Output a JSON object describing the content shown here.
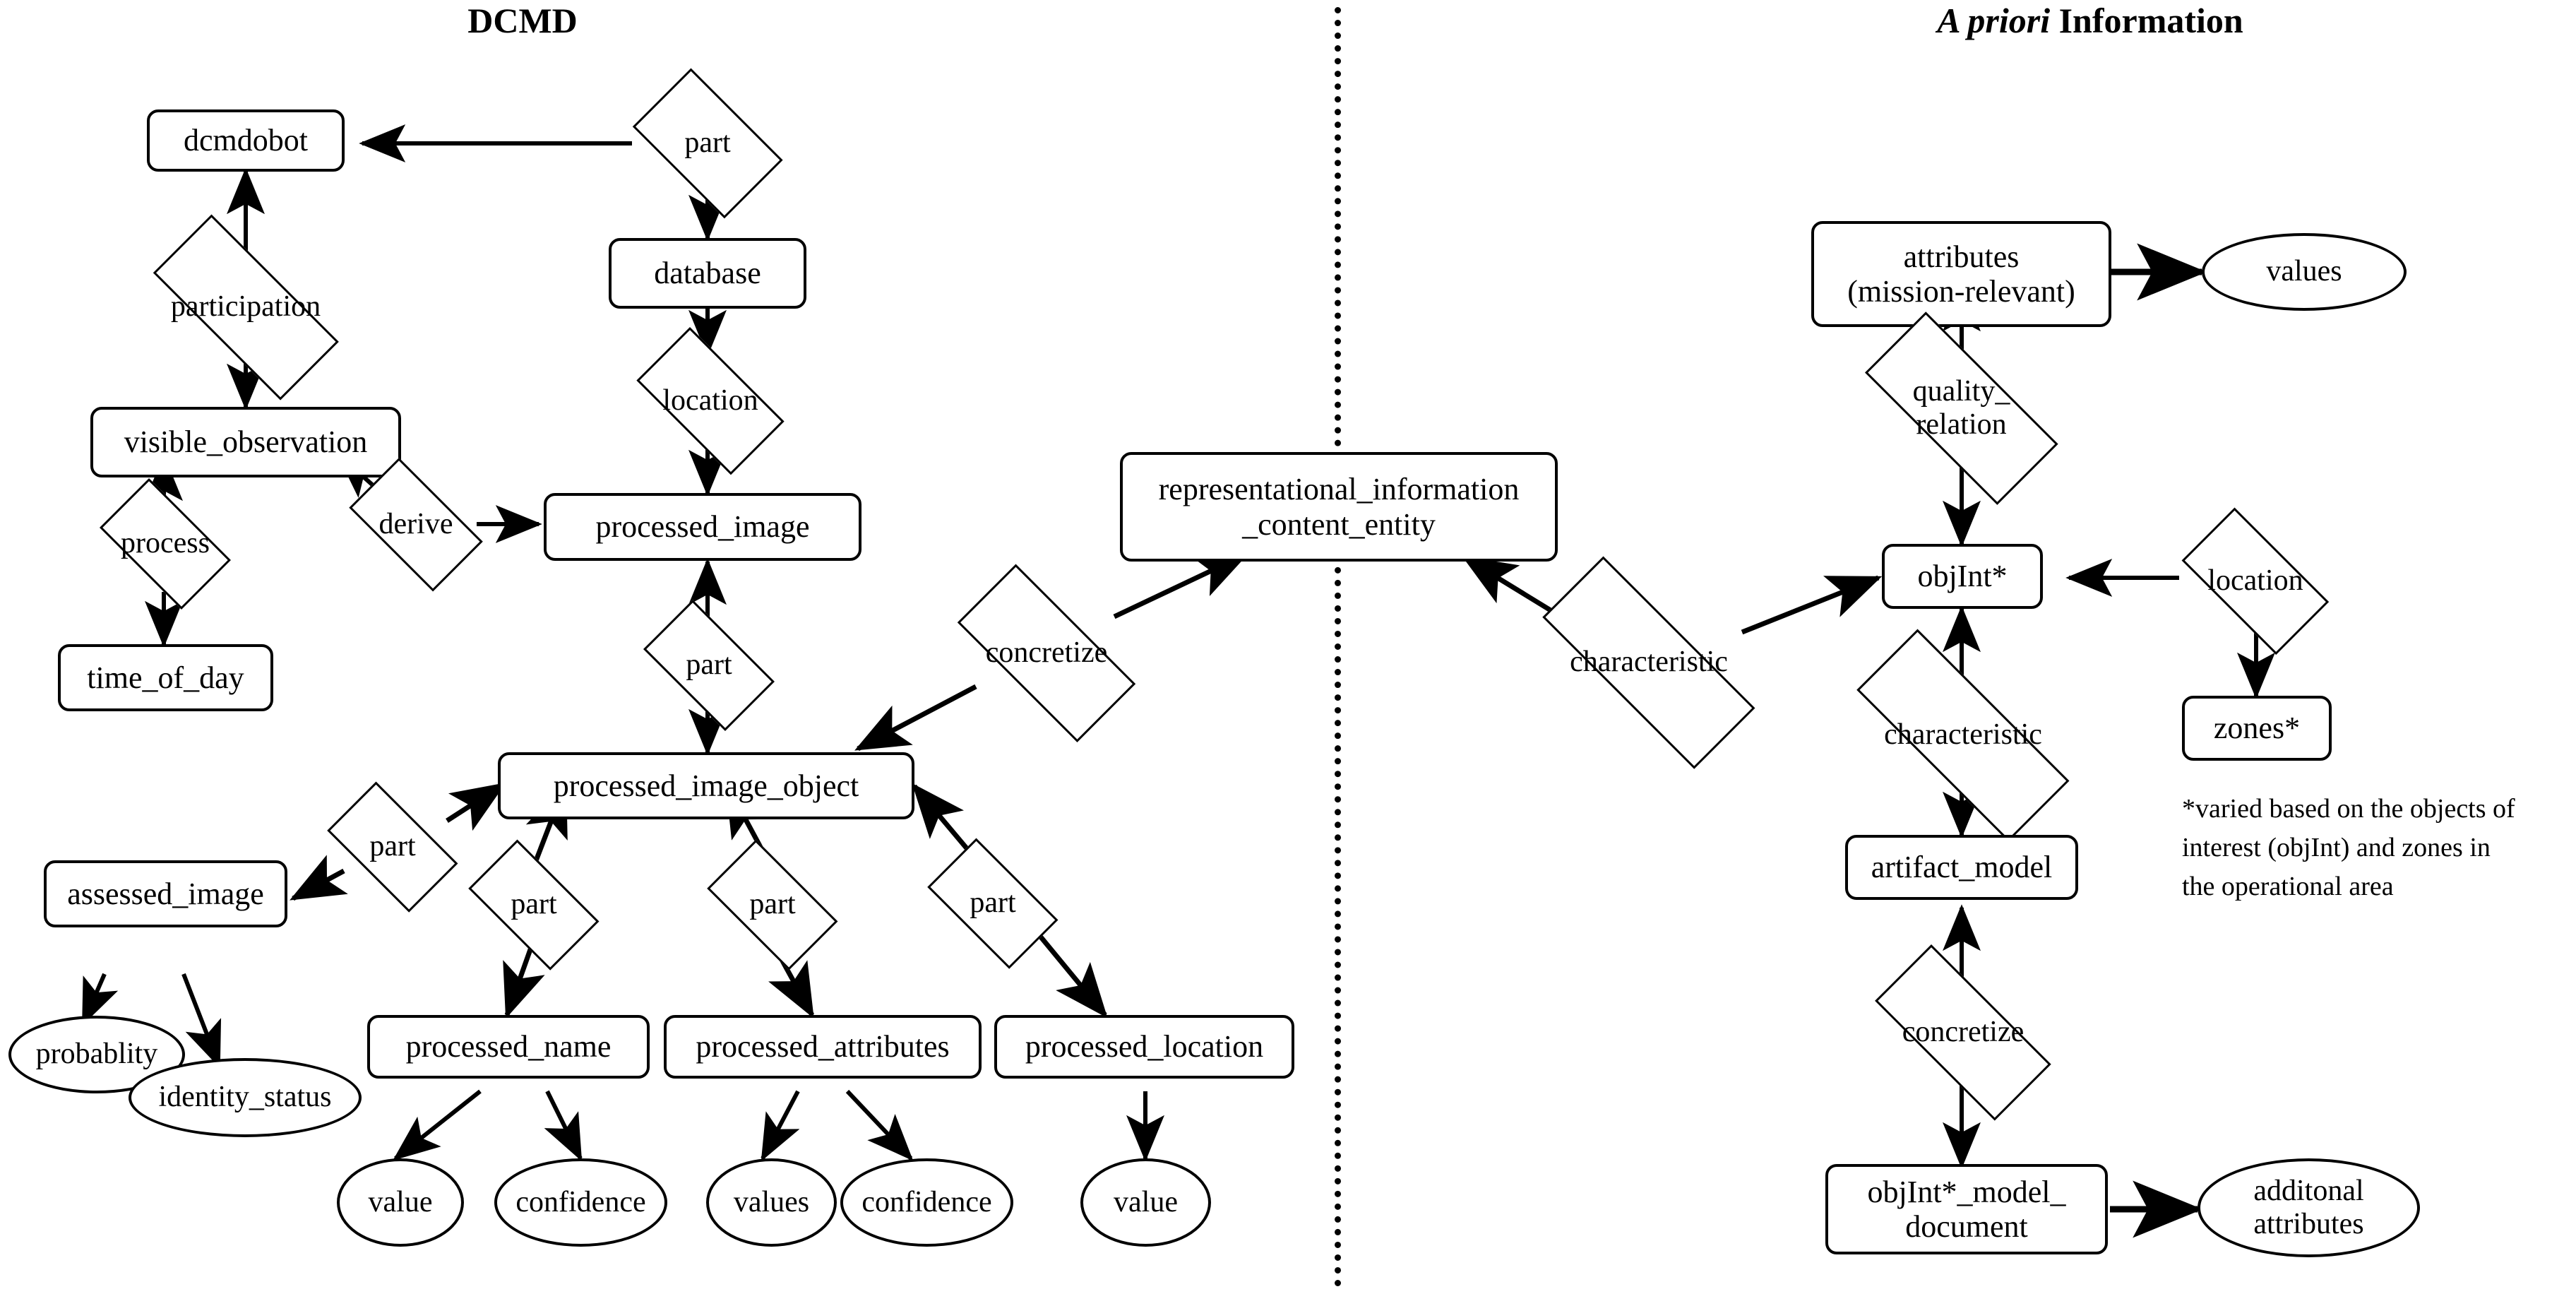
{
  "titles": {
    "left": "DCMD",
    "right_italic": "A priori",
    "right_rest": " Information"
  },
  "footnote": {
    "text": "*varied based on the objects of\ninterest (objInt) and zones in\nthe operational area"
  },
  "colors": {
    "stroke": "#000000",
    "fill": "#ffffff",
    "background": "#ffffff"
  },
  "nodes": {
    "dcmdobot": "dcmdobot",
    "part_db": "part",
    "database": "database",
    "participation": "participation",
    "location_db": "location",
    "visible_observation": "visible_observation",
    "derive": "derive",
    "processed_image": "processed_image",
    "process": "process",
    "time_of_day": "time_of_day",
    "part_img": "part",
    "concretize_left": "concretize",
    "rice": "representational_information\n_content_entity",
    "characteristic_mid": "characteristic",
    "processed_image_object": "processed_image_object",
    "part_assessed": "part",
    "assessed_image": "assessed_image",
    "probablity": "probablity",
    "identity_status": "identity_status",
    "part_name": "part",
    "part_attributes": "part",
    "part_location": "part",
    "processed_name": "processed_name",
    "processed_attributes": "processed_attributes",
    "processed_location": "processed_location",
    "value_name": "value",
    "confidence_name": "confidence",
    "values_attributes": "values",
    "confidence_attributes": "confidence",
    "value_location": "value",
    "attributes_mission": "attributes\n(mission-relevant)",
    "values_right": "values",
    "quality_relation": "quality_\nrelation",
    "objInt": "objInt*",
    "location_right": "location",
    "zones": "zones*",
    "characteristic_right": "characteristic",
    "artifact_model": "artifact_model",
    "concretize_right": "concretize",
    "objInt_model_document": "objInt*_model_\ndocument",
    "additonal_attributes": "additonal\nattributes"
  },
  "edges": [
    {
      "from": "part_db",
      "to": "dcmdobot",
      "label": ""
    },
    {
      "from": "part_db",
      "to": "database",
      "label": ""
    },
    {
      "from": "participation",
      "to": "dcmdobot",
      "label": ""
    },
    {
      "from": "participation",
      "to": "visible_observation",
      "label": ""
    },
    {
      "from": "database",
      "to": "location_db",
      "label": ""
    },
    {
      "from": "location_db",
      "to": "processed_image",
      "label": ""
    },
    {
      "from": "derive",
      "to": "visible_observation",
      "label": ""
    },
    {
      "from": "derive",
      "to": "processed_image",
      "label": ""
    },
    {
      "from": "process",
      "to": "visible_observation",
      "label": ""
    },
    {
      "from": "process",
      "to": "time_of_day",
      "label": ""
    },
    {
      "from": "part_img",
      "to": "processed_image",
      "label": ""
    },
    {
      "from": "part_img",
      "to": "processed_image_object",
      "label": ""
    },
    {
      "from": "concretize_left",
      "to": "rice",
      "label": ""
    },
    {
      "from": "concretize_left",
      "to": "processed_image_object",
      "label": ""
    },
    {
      "from": "characteristic_mid",
      "to": "rice",
      "label": ""
    },
    {
      "from": "characteristic_mid",
      "to": "objInt",
      "label": ""
    },
    {
      "from": "part_assessed",
      "to": "processed_image_object",
      "label": ""
    },
    {
      "from": "part_assessed",
      "to": "assessed_image",
      "label": ""
    },
    {
      "from": "assessed_image",
      "to": "probablity",
      "label": ""
    },
    {
      "from": "assessed_image",
      "to": "identity_status",
      "label": ""
    },
    {
      "from": "part_name",
      "to": "processed_image_object",
      "label": ""
    },
    {
      "from": "part_name",
      "to": "processed_name",
      "label": ""
    },
    {
      "from": "part_attributes",
      "to": "processed_image_object",
      "label": ""
    },
    {
      "from": "part_attributes",
      "to": "processed_attributes",
      "label": ""
    },
    {
      "from": "part_location",
      "to": "processed_image_object",
      "label": ""
    },
    {
      "from": "part_location",
      "to": "processed_location",
      "label": ""
    },
    {
      "from": "processed_name",
      "to": "value_name",
      "label": ""
    },
    {
      "from": "processed_name",
      "to": "confidence_name",
      "label": ""
    },
    {
      "from": "processed_attributes",
      "to": "values_attributes",
      "label": ""
    },
    {
      "from": "processed_attributes",
      "to": "confidence_attributes",
      "label": ""
    },
    {
      "from": "processed_location",
      "to": "value_location",
      "label": ""
    },
    {
      "from": "attributes_mission",
      "to": "values_right",
      "label": ""
    },
    {
      "from": "quality_relation",
      "to": "attributes_mission",
      "label": ""
    },
    {
      "from": "quality_relation",
      "to": "objInt",
      "label": ""
    },
    {
      "from": "location_right",
      "to": "objInt",
      "label": ""
    },
    {
      "from": "location_right",
      "to": "zones",
      "label": ""
    },
    {
      "from": "characteristic_right",
      "to": "objInt",
      "label": ""
    },
    {
      "from": "characteristic_right",
      "to": "artifact_model",
      "label": ""
    },
    {
      "from": "concretize_right",
      "to": "artifact_model",
      "label": ""
    },
    {
      "from": "concretize_right",
      "to": "objInt_model_document",
      "label": ""
    },
    {
      "from": "objInt_model_document",
      "to": "additonal_attributes",
      "label": ""
    }
  ]
}
